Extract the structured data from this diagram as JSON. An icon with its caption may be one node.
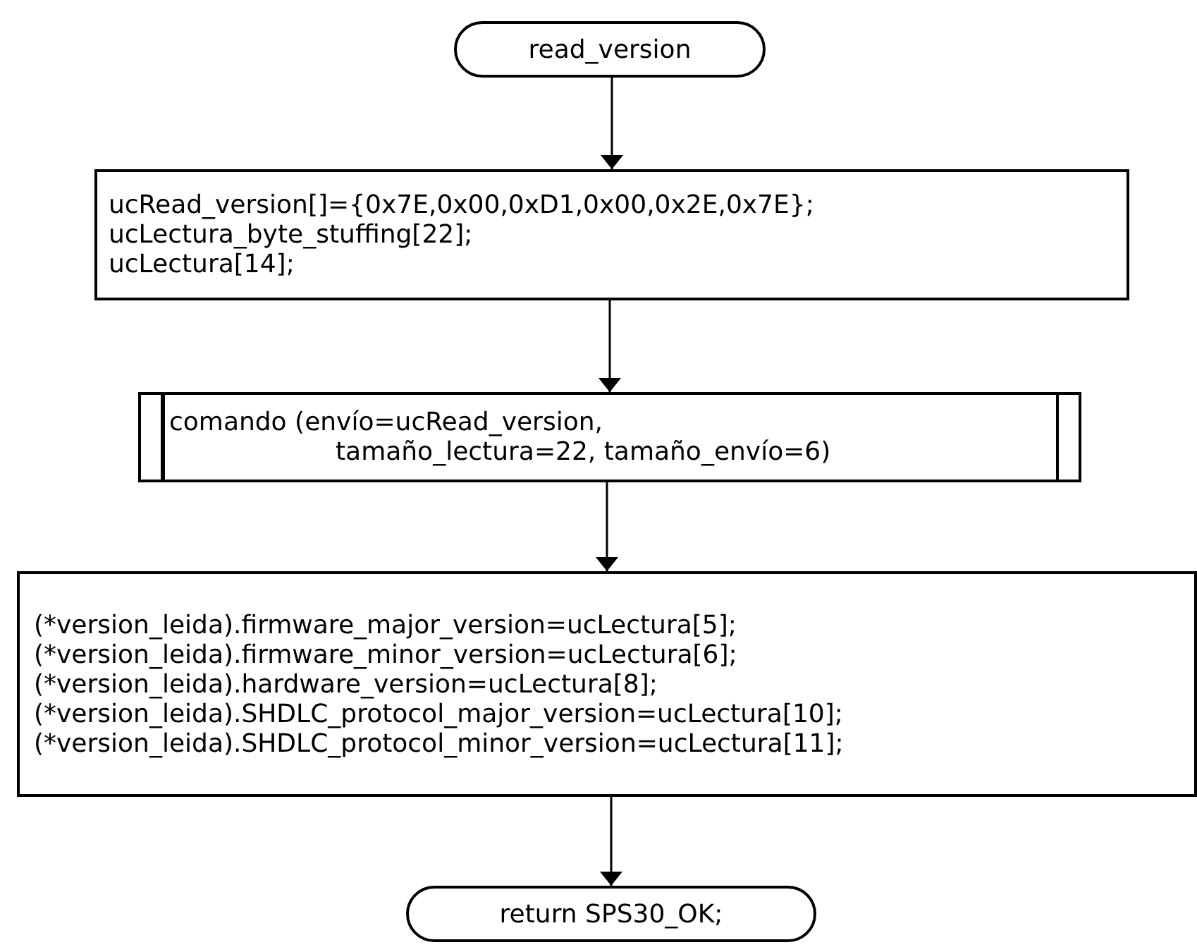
{
  "diagram": {
    "nodes": [
      {
        "text": [
          "read_version"
        ]
      },
      {
        "text": [
          "ucRead_version[]={0x7E,0x00,0xD1,0x00,0x2E,0x7E};",
          "ucLectura_byte_stuffing[22];",
          "ucLectura[14];"
        ]
      },
      {
        "text": [
          "comando (envío=ucRead_version,",
          "tamaño_lectura=22, tamaño_envío=6)"
        ]
      },
      {
        "text": [
          "(*version_leida).firmware_major_version=ucLectura[5];",
          "(*version_leida).firmware_minor_version=ucLectura[6];",
          "(*version_leida).hardware_version=ucLectura[8];",
          "(*version_leida).SHDLC_protocol_major_version=ucLectura[10];",
          "(*version_leida).SHDLC_protocol_minor_version=ucLectura[11];"
        ]
      },
      {
        "text": [
          "return SPS30_OK;"
        ]
      }
    ],
    "edges": [
      {
        "from": 0,
        "to": 1,
        "arrow": "to"
      },
      {
        "from": 1,
        "to": 2,
        "arrow": "to"
      },
      {
        "from": 2,
        "to": 3,
        "arrow": "to"
      },
      {
        "from": 3,
        "to": 4,
        "arrow": "to"
      }
    ]
  }
}
